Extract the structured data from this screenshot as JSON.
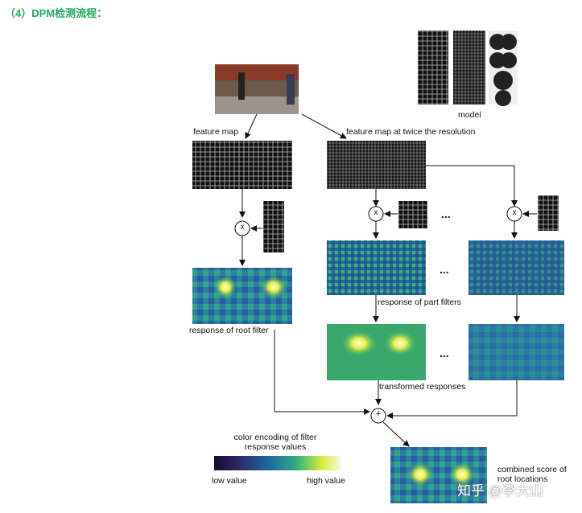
{
  "heading": "（4）DPM检测流程：",
  "labels": {
    "model": "model",
    "feature_map": "feature map",
    "feature_map_twice": "feature map at twice the resolution",
    "response_root": "response of root filter",
    "response_part": "response of part filters",
    "transformed": "transformed responses",
    "color_encoding": "color encoding of filter\nresponse values",
    "low_value": "low value",
    "high_value": "high value",
    "combined": "combined score of\nroot locations"
  },
  "ops": {
    "multiply": "x",
    "add": "+"
  },
  "ellipsis": "...",
  "watermark": "知乎 @李大山",
  "colors": {
    "heading": "#23a95b",
    "low": "#1a0a2e",
    "mid": "#1f6fa0",
    "high": "#fff5e6"
  }
}
